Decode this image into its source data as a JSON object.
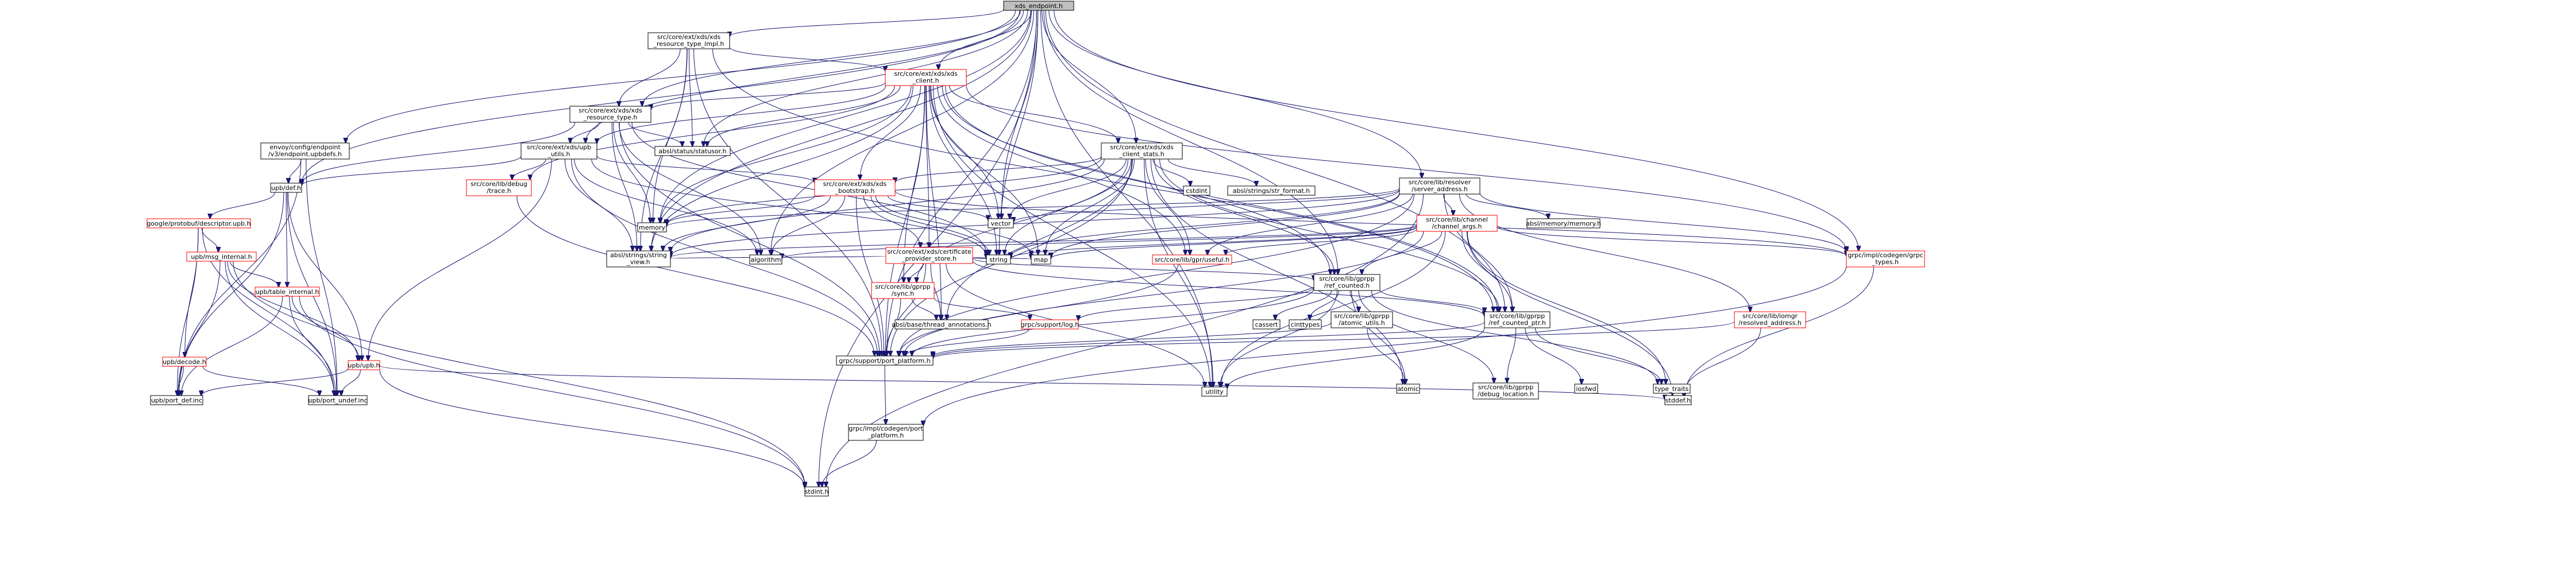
{
  "diagram": {
    "root": "xds_endpoint",
    "nodes": [
      {
        "id": "xds_endpoint",
        "lines": [
          "xds_endpoint.h"
        ],
        "style": "root"
      },
      {
        "id": "xds_resource_type_impl",
        "lines": [
          "src/core/ext/xds/xds",
          "_resource_type_impl.h"
        ],
        "style": "black"
      },
      {
        "id": "xds_client",
        "lines": [
          "src/core/ext/xds/xds",
          "_client.h"
        ],
        "style": "red"
      },
      {
        "id": "envoy_endpoint",
        "lines": [
          "envoy/config/endpoint",
          "/v3/endpoint.upbdefs.h"
        ],
        "style": "black"
      },
      {
        "id": "xds_resource_type",
        "lines": [
          "src/core/ext/xds/xds",
          "_resource_type.h"
        ],
        "style": "black"
      },
      {
        "id": "upb_utils",
        "lines": [
          "src/core/ext/xds/upb",
          "_utils.h"
        ],
        "style": "black"
      },
      {
        "id": "statusor",
        "lines": [
          "absl/status/statusor.h"
        ],
        "style": "black"
      },
      {
        "id": "xds_client_stats",
        "lines": [
          "src/core/ext/xds/xds",
          "_client_stats.h"
        ],
        "style": "black"
      },
      {
        "id": "server_address",
        "lines": [
          "src/core/lib/resolver",
          "/server_address.h"
        ],
        "style": "black"
      },
      {
        "id": "upb_def",
        "lines": [
          "upb/def.h"
        ],
        "style": "black"
      },
      {
        "id": "debug_trace",
        "lines": [
          "src/core/lib/debug",
          "/trace.h"
        ],
        "style": "red"
      },
      {
        "id": "xds_bootstrap",
        "lines": [
          "src/core/ext/xds/xds",
          "_bootstrap.h"
        ],
        "style": "red"
      },
      {
        "id": "cstdint",
        "lines": [
          "cstdint"
        ],
        "style": "black"
      },
      {
        "id": "str_format",
        "lines": [
          "absl/strings/str_format.h"
        ],
        "style": "black"
      },
      {
        "id": "memory",
        "lines": [
          "memory"
        ],
        "style": "black"
      },
      {
        "id": "vector",
        "lines": [
          "vector"
        ],
        "style": "black"
      },
      {
        "id": "absl_memory",
        "lines": [
          "absl/memory/memory.h"
        ],
        "style": "black"
      },
      {
        "id": "channel_args",
        "lines": [
          "src/core/lib/channel",
          "/channel_args.h"
        ],
        "style": "red"
      },
      {
        "id": "descriptor_upb",
        "lines": [
          "google/protobuf/descriptor.upb.h"
        ],
        "style": "red"
      },
      {
        "id": "cert_provider_store",
        "lines": [
          "src/core/ext/xds/certificate",
          "_provider_store.h"
        ],
        "style": "red"
      },
      {
        "id": "string_view",
        "lines": [
          "absl/strings/string",
          "_view.h"
        ],
        "style": "black"
      },
      {
        "id": "algorithm",
        "lines": [
          "algorithm"
        ],
        "style": "black"
      },
      {
        "id": "string",
        "lines": [
          "string"
        ],
        "style": "black"
      },
      {
        "id": "map",
        "lines": [
          "map"
        ],
        "style": "black"
      },
      {
        "id": "gpr_useful",
        "lines": [
          "src/core/lib/gpr/useful.h"
        ],
        "style": "red"
      },
      {
        "id": "grpc_types",
        "lines": [
          "grpc/impl/codegen/grpc",
          "_types.h"
        ],
        "style": "red"
      },
      {
        "id": "mini_table",
        "lines": [
          "upb/msg_internal.h"
        ],
        "style": "red"
      },
      {
        "id": "gprpp_sync",
        "lines": [
          "src/core/lib/gprpp",
          "/sync.h"
        ],
        "style": "red"
      },
      {
        "id": "gprpp_ref_counted",
        "lines": [
          "src/core/lib/gprpp",
          "/ref_counted.h"
        ],
        "style": "black"
      },
      {
        "id": "table_internal",
        "lines": [
          "upb/table_internal.h"
        ],
        "style": "red"
      },
      {
        "id": "thread_annotations",
        "lines": [
          "absl/base/thread_annotations.h"
        ],
        "style": "black"
      },
      {
        "id": "grpc_log",
        "lines": [
          "grpc/support/log.h"
        ],
        "style": "red"
      },
      {
        "id": "cassert",
        "lines": [
          "cassert"
        ],
        "style": "black"
      },
      {
        "id": "cinttypes",
        "lines": [
          "cinttypes"
        ],
        "style": "black"
      },
      {
        "id": "atomic_utils",
        "lines": [
          "src/core/lib/gprpp",
          "/atomic_utils.h"
        ],
        "style": "black"
      },
      {
        "id": "ref_counted_ptr",
        "lines": [
          "src/core/lib/gprpp",
          "/ref_counted_ptr.h"
        ],
        "style": "black"
      },
      {
        "id": "resolved_address",
        "lines": [
          "src/core/lib/iomgr",
          "/resolved_address.h"
        ],
        "style": "red"
      },
      {
        "id": "upb_decode",
        "lines": [
          "upb/decode.h"
        ],
        "style": "red"
      },
      {
        "id": "upb_upb",
        "lines": [
          "upb/upb.h"
        ],
        "style": "red"
      },
      {
        "id": "port_platform",
        "lines": [
          "grpc/support/port_platform.h"
        ],
        "style": "black"
      },
      {
        "id": "utility",
        "lines": [
          "utility"
        ],
        "style": "black"
      },
      {
        "id": "atomic",
        "lines": [
          "atomic"
        ],
        "style": "black"
      },
      {
        "id": "debug_location",
        "lines": [
          "src/core/lib/gprpp",
          "/debug_location.h"
        ],
        "style": "black"
      },
      {
        "id": "iosfwd",
        "lines": [
          "iosfwd"
        ],
        "style": "black"
      },
      {
        "id": "type_traits",
        "lines": [
          "type_traits"
        ],
        "style": "black"
      },
      {
        "id": "port_def",
        "lines": [
          "upb/port_def.inc"
        ],
        "style": "black"
      },
      {
        "id": "port_undef",
        "lines": [
          "upb/port_undef.inc"
        ],
        "style": "black"
      },
      {
        "id": "stddef",
        "lines": [
          "stddef.h"
        ],
        "style": "black"
      },
      {
        "id": "codegen_port_platform",
        "lines": [
          "grpc/impl/codegen/port",
          "_platform.h"
        ],
        "style": "black"
      },
      {
        "id": "stdint",
        "lines": [
          "stdint.h"
        ],
        "style": "black"
      }
    ],
    "edges": [
      [
        "xds_endpoint",
        "xds_resource_type_impl"
      ],
      [
        "xds_endpoint",
        "envoy_endpoint"
      ],
      [
        "xds_endpoint",
        "xds_client"
      ],
      [
        "xds_endpoint",
        "xds_resource_type"
      ],
      [
        "xds_endpoint",
        "upb_utils"
      ],
      [
        "xds_endpoint",
        "statusor"
      ],
      [
        "xds_endpoint",
        "xds_client_stats"
      ],
      [
        "xds_endpoint",
        "server_address"
      ],
      [
        "xds_endpoint",
        "upb_def"
      ],
      [
        "xds_endpoint",
        "memory"
      ],
      [
        "xds_endpoint",
        "vector"
      ],
      [
        "xds_endpoint",
        "string"
      ],
      [
        "xds_endpoint",
        "string_view"
      ],
      [
        "xds_endpoint",
        "algorithm"
      ],
      [
        "xds_endpoint",
        "port_platform"
      ],
      [
        "xds_endpoint",
        "utility"
      ],
      [
        "xds_endpoint",
        "gprpp_ref_counted"
      ],
      [
        "xds_endpoint",
        "ref_counted_ptr"
      ],
      [
        "xds_endpoint",
        "stdint"
      ],
      [
        "xds_endpoint",
        "grpc_types"
      ],
      [
        "xds_resource_type_impl",
        "xds_client"
      ],
      [
        "xds_resource_type_impl",
        "xds_resource_type"
      ],
      [
        "xds_resource_type_impl",
        "memory"
      ],
      [
        "xds_resource_type_impl",
        "string_view"
      ],
      [
        "xds_resource_type_impl",
        "port_platform"
      ],
      [
        "xds_resource_type_impl",
        "statusor"
      ],
      [
        "xds_resource_type_impl",
        "ref_counted_ptr"
      ],
      [
        "xds_client",
        "xds_resource_type"
      ],
      [
        "xds_client",
        "upb_utils"
      ],
      [
        "xds_client",
        "statusor"
      ],
      [
        "xds_client",
        "xds_client_stats"
      ],
      [
        "xds_client",
        "xds_bootstrap"
      ],
      [
        "xds_client",
        "cert_provider_store"
      ],
      [
        "xds_client",
        "debug_trace"
      ],
      [
        "xds_client",
        "memory"
      ],
      [
        "xds_client",
        "string"
      ],
      [
        "xds_client",
        "map"
      ],
      [
        "xds_client",
        "vector"
      ],
      [
        "xds_client",
        "string_view"
      ],
      [
        "xds_client",
        "gprpp_sync"
      ],
      [
        "xds_client",
        "gprpp_ref_counted"
      ],
      [
        "xds_client",
        "ref_counted_ptr"
      ],
      [
        "xds_client",
        "thread_annotations"
      ],
      [
        "xds_client",
        "port_platform"
      ],
      [
        "xds_client",
        "utility"
      ],
      [
        "xds_client",
        "grpc_types"
      ],
      [
        "xds_client",
        "gpr_useful"
      ],
      [
        "envoy_endpoint",
        "upb_def"
      ],
      [
        "envoy_endpoint",
        "port_def"
      ],
      [
        "envoy_endpoint",
        "port_undef"
      ],
      [
        "xds_resource_type",
        "upb_utils"
      ],
      [
        "xds_resource_type",
        "statusor"
      ],
      [
        "xds_resource_type",
        "upb_def"
      ],
      [
        "xds_resource_type",
        "memory"
      ],
      [
        "xds_resource_type",
        "string"
      ],
      [
        "xds_resource_type",
        "string_view"
      ],
      [
        "xds_resource_type",
        "algorithm"
      ],
      [
        "xds_resource_type",
        "port_platform"
      ],
      [
        "upb_utils",
        "upb_def"
      ],
      [
        "upb_utils",
        "debug_trace"
      ],
      [
        "upb_utils",
        "xds_bootstrap"
      ],
      [
        "upb_utils",
        "string"
      ],
      [
        "upb_utils",
        "string_view"
      ],
      [
        "upb_utils",
        "upb_upb"
      ],
      [
        "upb_utils",
        "port_platform"
      ],
      [
        "upb_utils",
        "algorithm"
      ],
      [
        "xds_client_stats",
        "xds_bootstrap"
      ],
      [
        "xds_client_stats",
        "cstdint"
      ],
      [
        "xds_client_stats",
        "str_format"
      ],
      [
        "xds_client_stats",
        "memory"
      ],
      [
        "xds_client_stats",
        "string"
      ],
      [
        "xds_client_stats",
        "map"
      ],
      [
        "xds_client_stats",
        "vector"
      ],
      [
        "xds_client_stats",
        "string_view"
      ],
      [
        "xds_client_stats",
        "gprpp_ref_counted"
      ],
      [
        "xds_client_stats",
        "ref_counted_ptr"
      ],
      [
        "xds_client_stats",
        "gprpp_sync"
      ],
      [
        "xds_client_stats",
        "gpr_useful"
      ],
      [
        "xds_client_stats",
        "atomic"
      ],
      [
        "xds_client_stats",
        "utility"
      ],
      [
        "xds_client_stats",
        "port_platform"
      ],
      [
        "xds_client_stats",
        "thread_annotations"
      ],
      [
        "server_address",
        "memory"
      ],
      [
        "server_address",
        "vector"
      ],
      [
        "server_address",
        "absl_memory"
      ],
      [
        "server_address",
        "channel_args"
      ],
      [
        "server_address",
        "string"
      ],
      [
        "server_address",
        "map"
      ],
      [
        "server_address",
        "string_view"
      ],
      [
        "server_address",
        "gpr_useful"
      ],
      [
        "server_address",
        "resolved_address"
      ],
      [
        "server_address",
        "port_platform"
      ],
      [
        "server_address",
        "grpc_types"
      ],
      [
        "server_address",
        "ref_counted_ptr"
      ],
      [
        "server_address",
        "stdint"
      ],
      [
        "upb_def",
        "descriptor_upb"
      ],
      [
        "upb_def",
        "table_internal"
      ],
      [
        "upb_def",
        "upb_upb"
      ],
      [
        "upb_def",
        "port_def"
      ],
      [
        "upb_def",
        "port_undef"
      ],
      [
        "debug_trace",
        "port_platform"
      ],
      [
        "xds_bootstrap",
        "cert_provider_store"
      ],
      [
        "xds_bootstrap",
        "memory"
      ],
      [
        "xds_bootstrap",
        "string"
      ],
      [
        "xds_bootstrap",
        "map"
      ],
      [
        "xds_bootstrap",
        "vector"
      ],
      [
        "xds_bootstrap",
        "string_view"
      ],
      [
        "xds_bootstrap",
        "algorithm"
      ],
      [
        "xds_bootstrap",
        "port_platform"
      ],
      [
        "xds_bootstrap",
        "grpc_types"
      ],
      [
        "channel_args",
        "string"
      ],
      [
        "channel_args",
        "map"
      ],
      [
        "channel_args",
        "algorithm"
      ],
      [
        "channel_args",
        "string_view"
      ],
      [
        "channel_args",
        "gpr_useful"
      ],
      [
        "channel_args",
        "gprpp_ref_counted"
      ],
      [
        "channel_args",
        "ref_counted_ptr"
      ],
      [
        "channel_args",
        "grpc_types"
      ],
      [
        "channel_args",
        "port_platform"
      ],
      [
        "channel_args",
        "utility"
      ],
      [
        "channel_args",
        "stddef"
      ],
      [
        "channel_args",
        "type_traits"
      ],
      [
        "descriptor_upb",
        "mini_table"
      ],
      [
        "descriptor_upb",
        "upb_decode"
      ],
      [
        "descriptor_upb",
        "port_def"
      ],
      [
        "descriptor_upb",
        "port_undef"
      ],
      [
        "cert_provider_store",
        "string_view"
      ],
      [
        "cert_provider_store",
        "string"
      ],
      [
        "cert_provider_store",
        "map"
      ],
      [
        "cert_provider_store",
        "gprpp_sync"
      ],
      [
        "cert_provider_store",
        "gprpp_ref_counted"
      ],
      [
        "cert_provider_store",
        "ref_counted_ptr"
      ],
      [
        "cert_provider_store",
        "thread_annotations"
      ],
      [
        "cert_provider_store",
        "port_platform"
      ],
      [
        "cert_provider_store",
        "utility"
      ],
      [
        "gpr_useful",
        "port_platform"
      ],
      [
        "grpc_types",
        "codegen_port_platform"
      ],
      [
        "grpc_types",
        "stddef"
      ],
      [
        "mini_table",
        "table_internal"
      ],
      [
        "mini_table",
        "upb_upb"
      ],
      [
        "mini_table",
        "port_def"
      ],
      [
        "mini_table",
        "port_undef"
      ],
      [
        "mini_table",
        "stdint"
      ],
      [
        "gprpp_sync",
        "grpc_log"
      ],
      [
        "gprpp_sync",
        "thread_annotations"
      ],
      [
        "gprpp_sync",
        "port_platform"
      ],
      [
        "gprpp_ref_counted",
        "cassert"
      ],
      [
        "gprpp_ref_counted",
        "cinttypes"
      ],
      [
        "gprpp_ref_counted",
        "atomic_utils"
      ],
      [
        "gprpp_ref_counted",
        "ref_counted_ptr"
      ],
      [
        "gprpp_ref_counted",
        "grpc_log"
      ],
      [
        "gprpp_ref_counted",
        "port_platform"
      ],
      [
        "gprpp_ref_counted",
        "atomic"
      ],
      [
        "gprpp_ref_counted",
        "debug_location"
      ],
      [
        "gprpp_ref_counted",
        "utility"
      ],
      [
        "gprpp_ref_counted",
        "type_traits"
      ],
      [
        "table_internal",
        "upb_upb"
      ],
      [
        "table_internal",
        "port_def"
      ],
      [
        "table_internal",
        "port_undef"
      ],
      [
        "table_internal",
        "stdint"
      ],
      [
        "grpc_log",
        "port_platform"
      ],
      [
        "atomic_utils",
        "atomic"
      ],
      [
        "atomic_utils",
        "port_platform"
      ],
      [
        "ref_counted_ptr",
        "port_platform"
      ],
      [
        "ref_counted_ptr",
        "iosfwd"
      ],
      [
        "ref_counted_ptr",
        "type_traits"
      ],
      [
        "ref_counted_ptr",
        "utility"
      ],
      [
        "ref_counted_ptr",
        "debug_location"
      ],
      [
        "resolved_address",
        "port_platform"
      ],
      [
        "resolved_address",
        "stddef"
      ],
      [
        "upb_decode",
        "port_def"
      ],
      [
        "upb_decode",
        "port_undef"
      ],
      [
        "upb_upb",
        "port_def"
      ],
      [
        "upb_upb",
        "port_undef"
      ],
      [
        "upb_upb",
        "stddef"
      ],
      [
        "upb_upb",
        "stdint"
      ],
      [
        "port_platform",
        "codegen_port_platform"
      ],
      [
        "codegen_port_platform",
        "stdint"
      ]
    ]
  }
}
